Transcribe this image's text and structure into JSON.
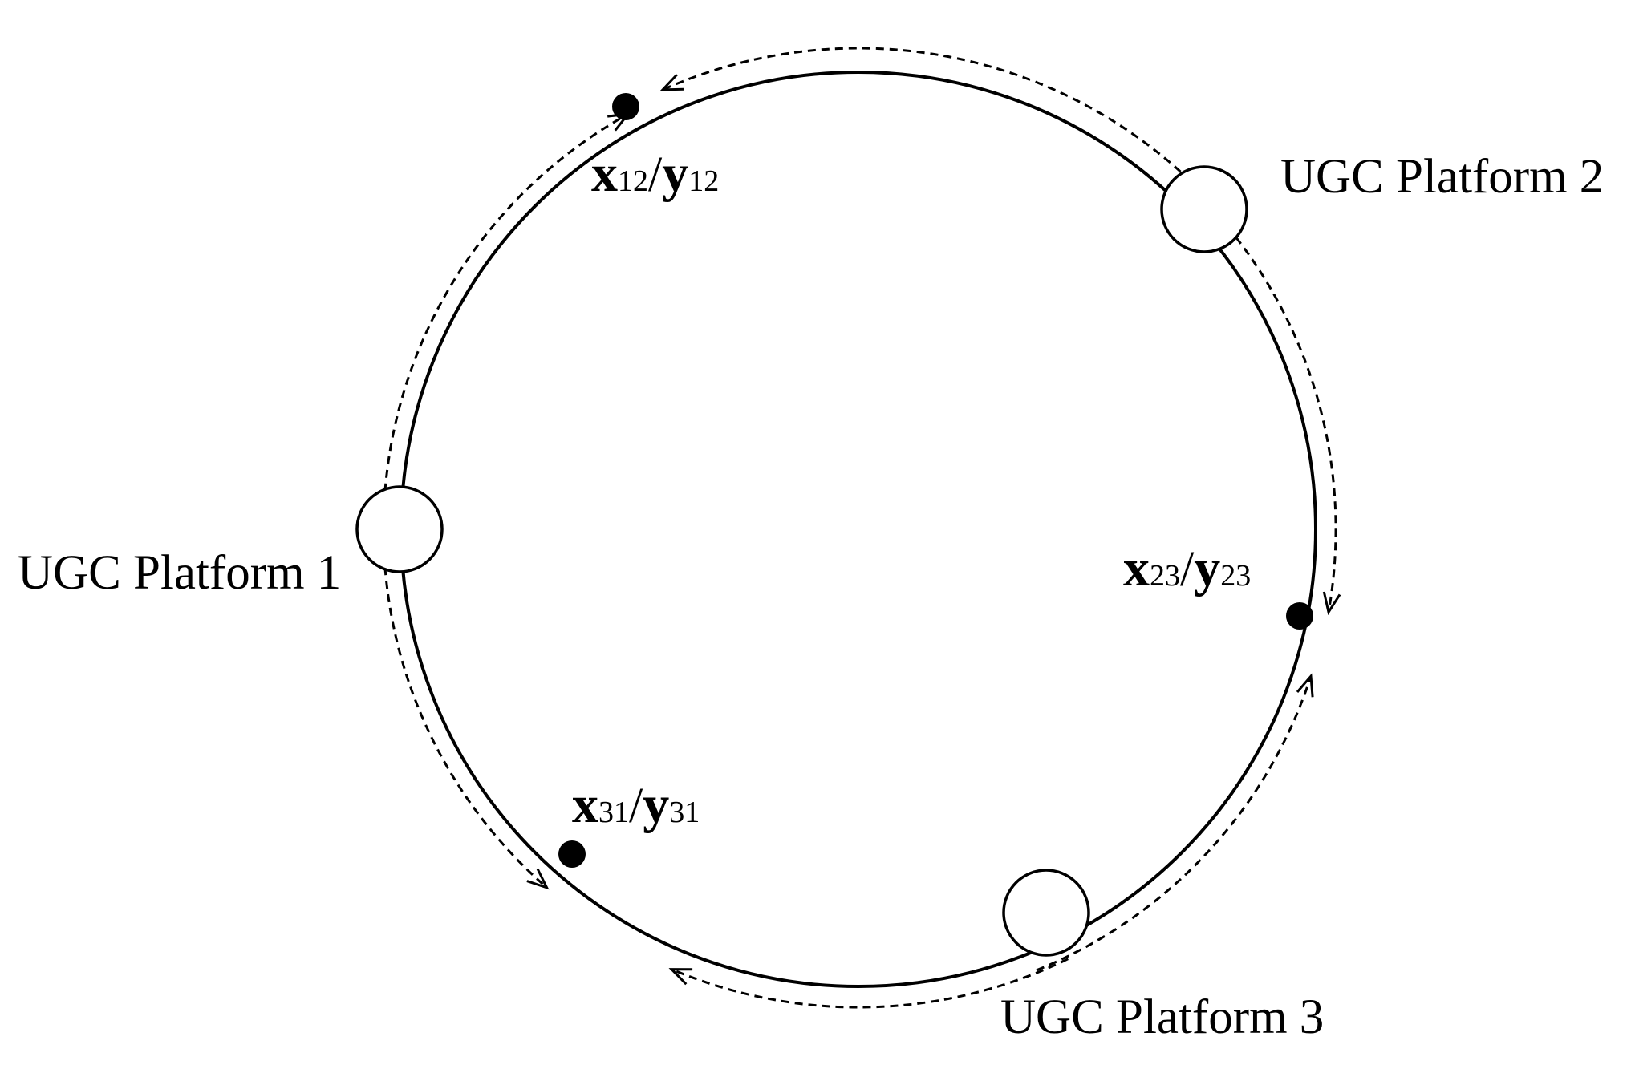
{
  "platforms": [
    {
      "id": "p1",
      "label": "UGC Platform 1"
    },
    {
      "id": "p2",
      "label": "UGC Platform 2"
    },
    {
      "id": "p3",
      "label": "UGC Platform 3"
    }
  ],
  "variables": [
    {
      "id": "v12",
      "x": "x",
      "x_sub": "12",
      "slash": "/",
      "y": "y",
      "y_sub": "12"
    },
    {
      "id": "v23",
      "x": "x",
      "x_sub": "23",
      "slash": "/",
      "y": "y",
      "y_sub": "23"
    },
    {
      "id": "v31",
      "x": "x",
      "x_sub": "31",
      "slash": "/",
      "y": "y",
      "y_sub": "31"
    }
  ],
  "style": {
    "line_color": "#000000",
    "background": "#ffffff"
  }
}
